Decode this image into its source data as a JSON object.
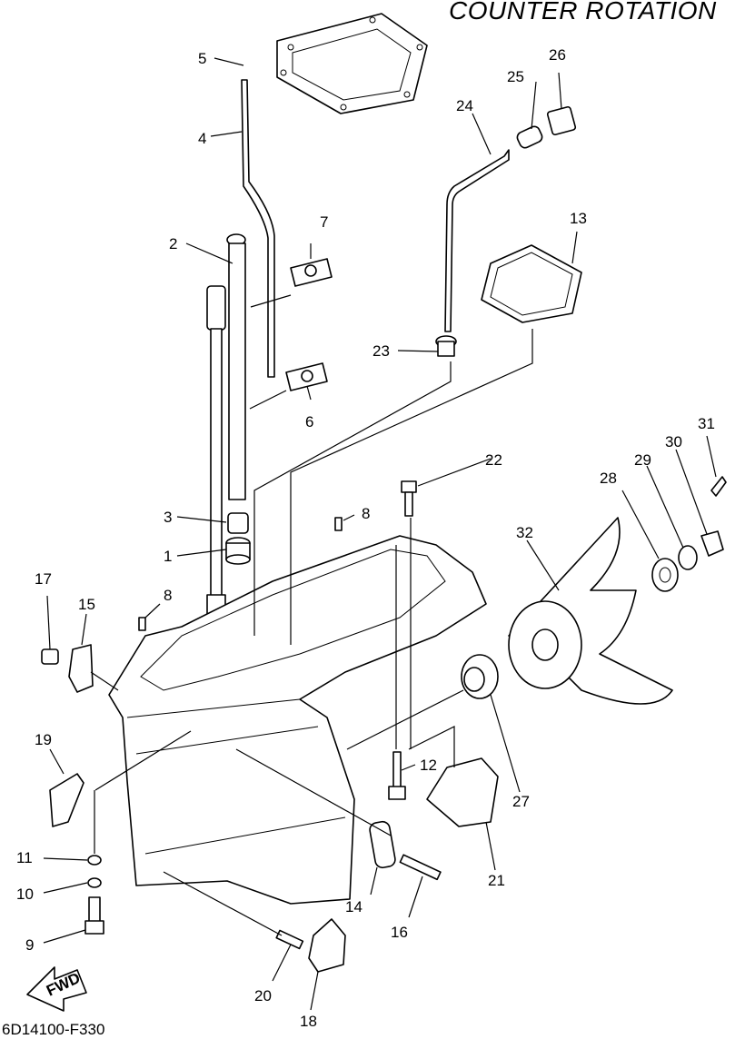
{
  "title": "COUNTER ROTATION",
  "diagram_code": "6D14100-F330",
  "fwd_label": "FWD",
  "callouts": [
    {
      "id": "c1",
      "label": "1"
    },
    {
      "id": "c2",
      "label": "2"
    },
    {
      "id": "c3",
      "label": "3"
    },
    {
      "id": "c4",
      "label": "4"
    },
    {
      "id": "c5",
      "label": "5"
    },
    {
      "id": "c6",
      "label": "6"
    },
    {
      "id": "c7",
      "label": "7"
    },
    {
      "id": "c8a",
      "label": "8"
    },
    {
      "id": "c8b",
      "label": "8"
    },
    {
      "id": "c9",
      "label": "9"
    },
    {
      "id": "c10",
      "label": "10"
    },
    {
      "id": "c11",
      "label": "11"
    },
    {
      "id": "c12",
      "label": "12"
    },
    {
      "id": "c13",
      "label": "13"
    },
    {
      "id": "c14",
      "label": "14"
    },
    {
      "id": "c15",
      "label": "15"
    },
    {
      "id": "c16",
      "label": "16"
    },
    {
      "id": "c17",
      "label": "17"
    },
    {
      "id": "c18",
      "label": "18"
    },
    {
      "id": "c19",
      "label": "19"
    },
    {
      "id": "c20",
      "label": "20"
    },
    {
      "id": "c21",
      "label": "21"
    },
    {
      "id": "c22",
      "label": "22"
    },
    {
      "id": "c23",
      "label": "23"
    },
    {
      "id": "c24",
      "label": "24"
    },
    {
      "id": "c25",
      "label": "25"
    },
    {
      "id": "c26",
      "label": "26"
    },
    {
      "id": "c27",
      "label": "27"
    },
    {
      "id": "c28",
      "label": "28"
    },
    {
      "id": "c29",
      "label": "29"
    },
    {
      "id": "c30",
      "label": "30"
    },
    {
      "id": "c31",
      "label": "31"
    },
    {
      "id": "c32",
      "label": "32"
    }
  ]
}
